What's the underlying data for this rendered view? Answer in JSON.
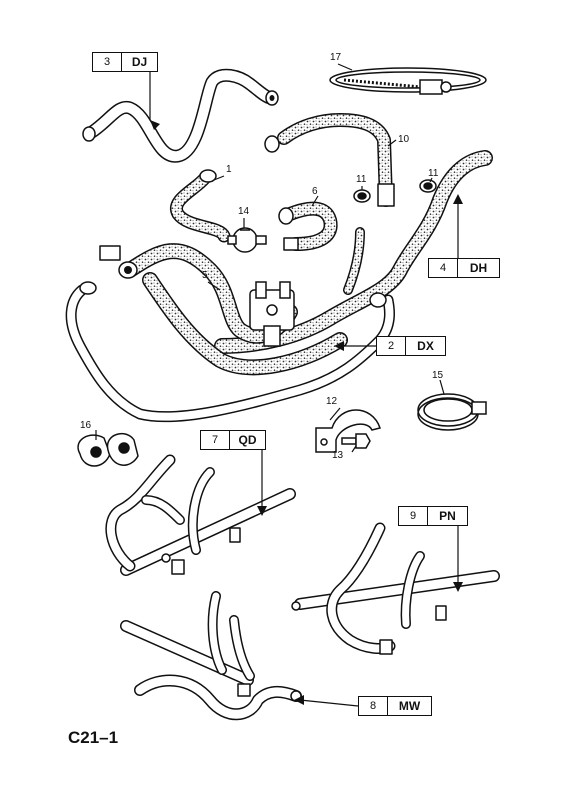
{
  "assemblies": [
    {
      "id": "dj",
      "number": "3",
      "code": "DJ"
    },
    {
      "id": "dh",
      "number": "4",
      "code": "DH"
    },
    {
      "id": "dx",
      "number": "2",
      "code": "DX"
    },
    {
      "id": "qd",
      "number": "7",
      "code": "QD"
    },
    {
      "id": "pn",
      "number": "9",
      "code": "PN"
    },
    {
      "id": "mw",
      "number": "8",
      "code": "MW"
    }
  ],
  "callouts": {
    "c1": "1",
    "c5": "5",
    "c6": "6",
    "c10": "10",
    "c11a": "11",
    "c11b": "11",
    "c12": "12",
    "c13": "13",
    "c14": "14",
    "c15": "15",
    "c16": "16",
    "c17": "17"
  },
  "page_code": "C21–1",
  "colors": {
    "ink": "#111111",
    "paper": "#ffffff",
    "hose_texture": "#333333"
  }
}
